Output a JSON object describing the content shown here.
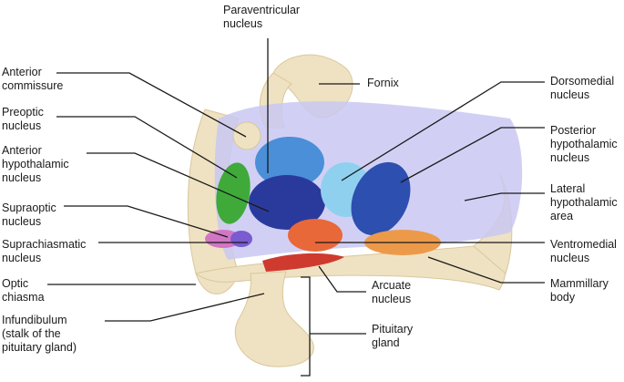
{
  "labels": {
    "paraventricular": "Paraventricular\nnucleus",
    "anterior_commissure": "Anterior\ncommissure",
    "fornix": "Fornix",
    "dorsomedial": "Dorsomedial\nnucleus",
    "preoptic": "Preoptic\nnucleus",
    "anterior_hypothalamic": "Anterior\nhypothalamic\nnucleus",
    "posterior_hypothalamic": "Posterior\nhypothalamic\nnucleus",
    "lateral_hypothalamic": "Lateral\nhypothalamic\narea",
    "supraoptic": "Supraoptic\nnucleus",
    "suprachiasmatic": "Suprachiasmatic\nnucleus",
    "ventromedial": "Ventromedial\nnucleus",
    "optic_chiasma": "Optic\nchiasma",
    "arcuate": "Arcuate\nnucleus",
    "mammillary": "Mammillary\nbody",
    "infundibulum": "Infundibulum\n(stalk of the\npituitary gland)",
    "pituitary": "Pituitary\ngland"
  },
  "colors": {
    "tissue": "#efe2c2",
    "tissue_dark": "#d9c79c",
    "hypothalamus_region": "#c9c8f2",
    "paraventricular": "#4a8fd8",
    "anterior_hypothalamic": "#2a3a9c",
    "dorsomedial": "#8fd0ef",
    "posterior_hypothalamic": "#2d4fb0",
    "preoptic": "#3faa3a",
    "supraoptic": "#d276c4",
    "suprachiasmatic": "#7a5bd0",
    "ventromedial": "#e9683a",
    "arcuate": "#cf3a2e",
    "mammillary": "#ec9a4a",
    "leader_line": "#1a1a1a"
  }
}
